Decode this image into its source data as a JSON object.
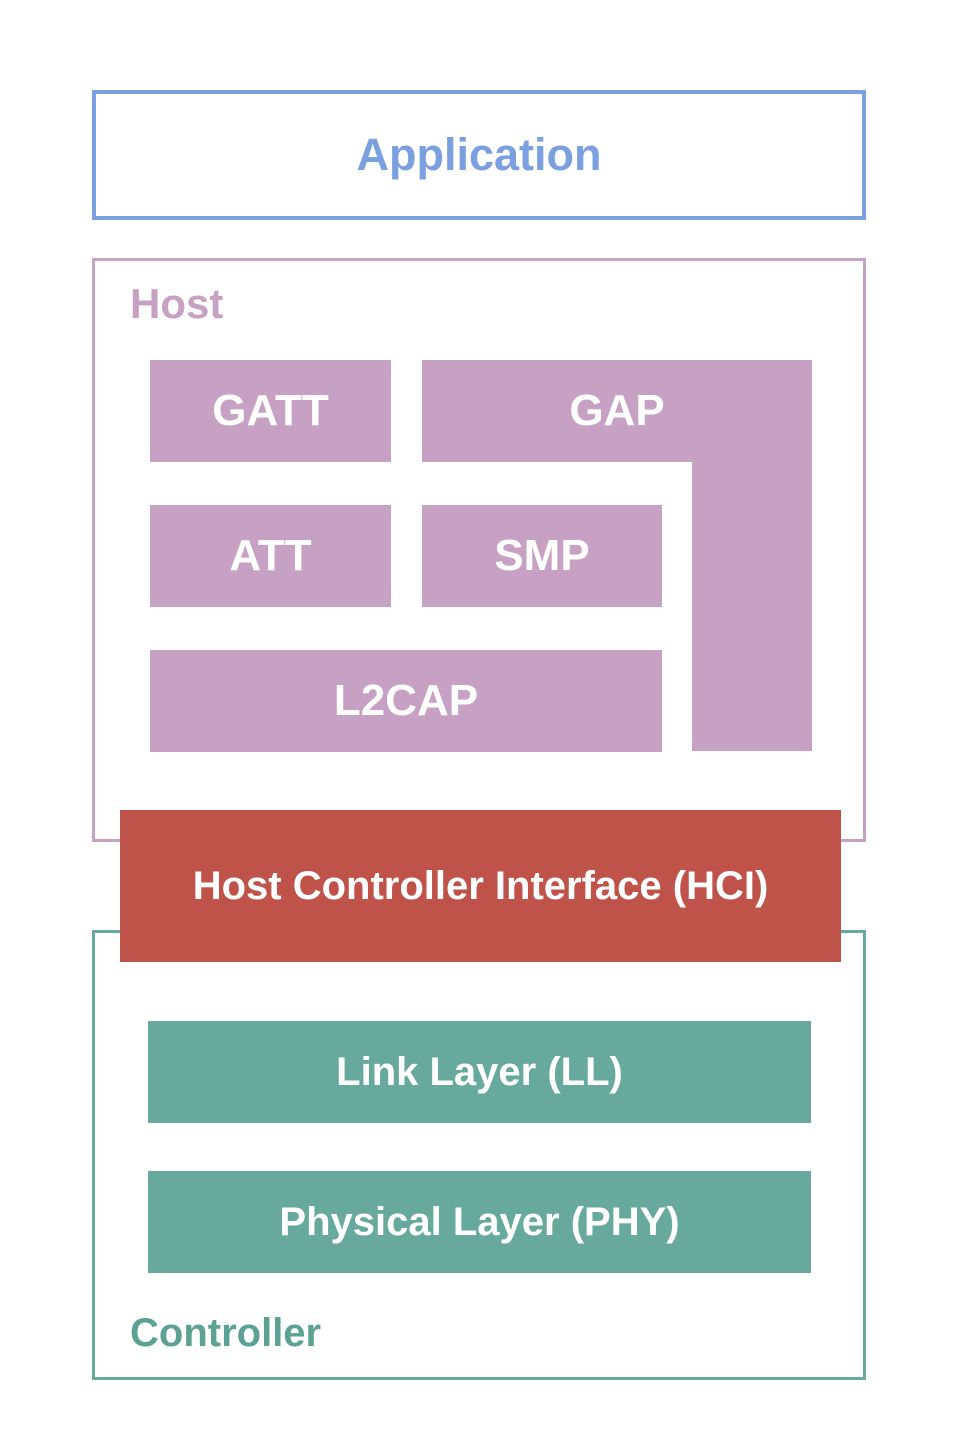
{
  "theme": {
    "blue": "#7ba0e0",
    "pink": "#c7a1c4",
    "red": "#bf5249",
    "teal": "#67aa9d",
    "tealText": "#5ba294",
    "boxText": "#ffffff"
  },
  "application": {
    "label": "Application"
  },
  "host": {
    "label": "Host",
    "blocks": {
      "gatt": "GATT",
      "gap": "GAP",
      "att": "ATT",
      "smp": "SMP",
      "l2cap": "L2CAP"
    }
  },
  "hci": {
    "label": "Host Controller Interface (HCI)"
  },
  "controller": {
    "label": "Controller",
    "blocks": {
      "link_layer": "Link Layer (LL)",
      "physical_layer": "Physical Layer (PHY)"
    }
  }
}
